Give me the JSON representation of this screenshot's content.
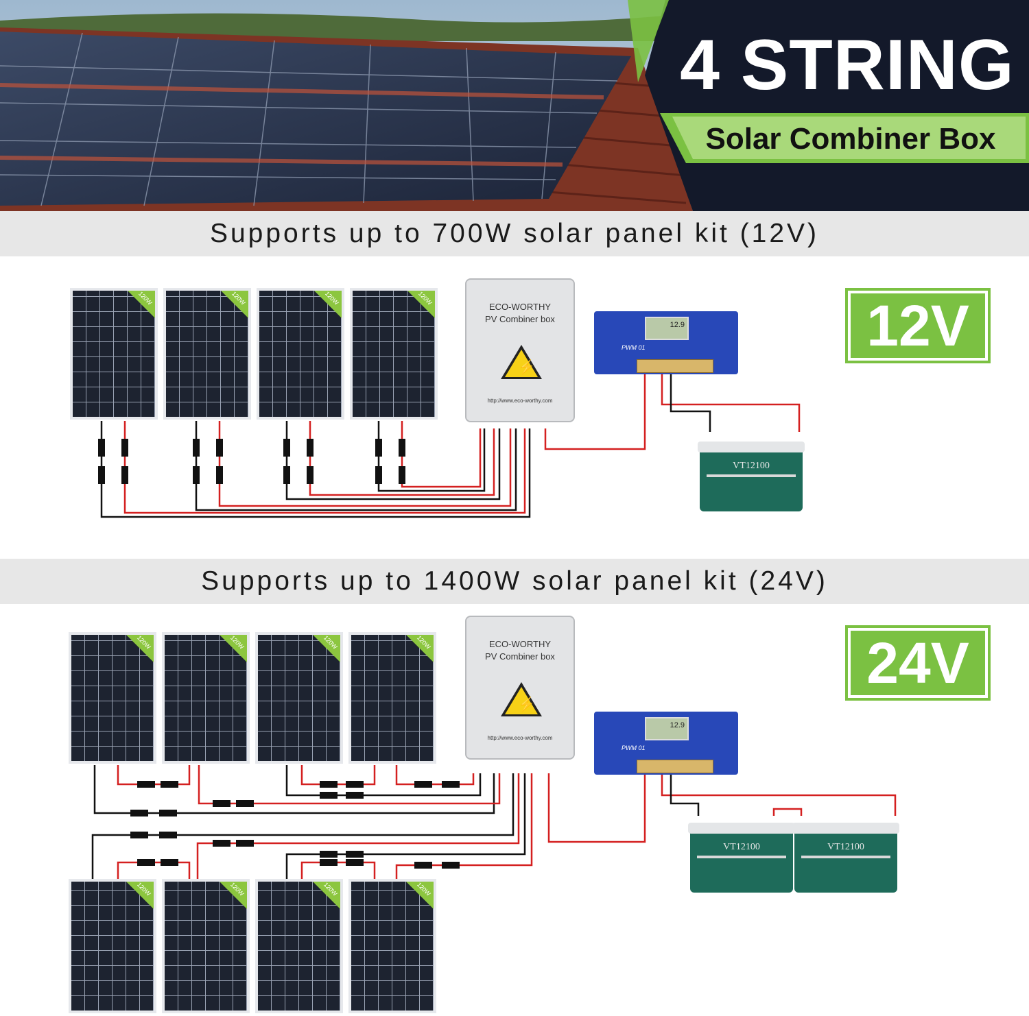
{
  "hero": {
    "title": "4 STRING",
    "subtitle": "Solar Combiner Box"
  },
  "sections": [
    {
      "heading": "Supports up to 700W solar panel kit (12V)",
      "voltage": "12V"
    },
    {
      "heading": "Supports up to 1400W solar panel kit (24V)",
      "voltage": "24V"
    }
  ],
  "panel_label": "120W",
  "combiner": {
    "brand": "ECO-WORTHY",
    "model": "PV Combiner box",
    "url": "http://www.eco-worthy.com"
  },
  "controller": {
    "display": "12.9",
    "label": "PWM 01"
  },
  "battery": {
    "model": "VT12100"
  },
  "colors": {
    "accent_green": "#7bc142",
    "dark_navy": "#13192a",
    "wire_red": "#d42020",
    "wire_black": "#111111"
  }
}
